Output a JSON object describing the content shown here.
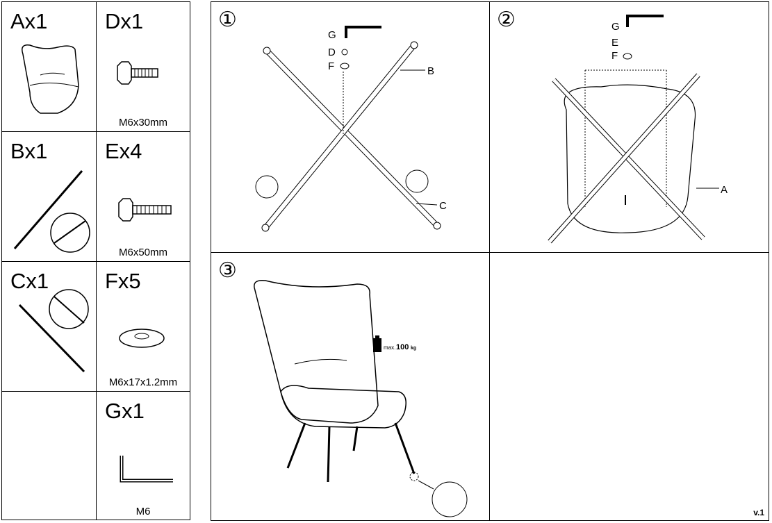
{
  "parts": [
    {
      "label": "Ax1",
      "size": ""
    },
    {
      "label": "Dx1",
      "size": "M6x30mm"
    },
    {
      "label": "Bx1",
      "size": ""
    },
    {
      "label": "Ex4",
      "size": "M6x50mm"
    },
    {
      "label": "Cx1",
      "size": ""
    },
    {
      "label": "Fx5",
      "size": "M6x17x1.2mm"
    },
    {
      "label": "",
      "size": ""
    },
    {
      "label": "Gx1",
      "size": "M6"
    }
  ],
  "steps": [
    {
      "number": "①",
      "callouts": {
        "g": "G",
        "d": "D",
        "f": "F",
        "b": "B",
        "c": "C"
      }
    },
    {
      "number": "②",
      "callouts": {
        "g": "G",
        "e": "E",
        "f": "F",
        "a": "A"
      }
    },
    {
      "number": "③",
      "max_label": "max.",
      "max_value": "100",
      "max_unit": "kg"
    }
  ],
  "version": "v.1"
}
